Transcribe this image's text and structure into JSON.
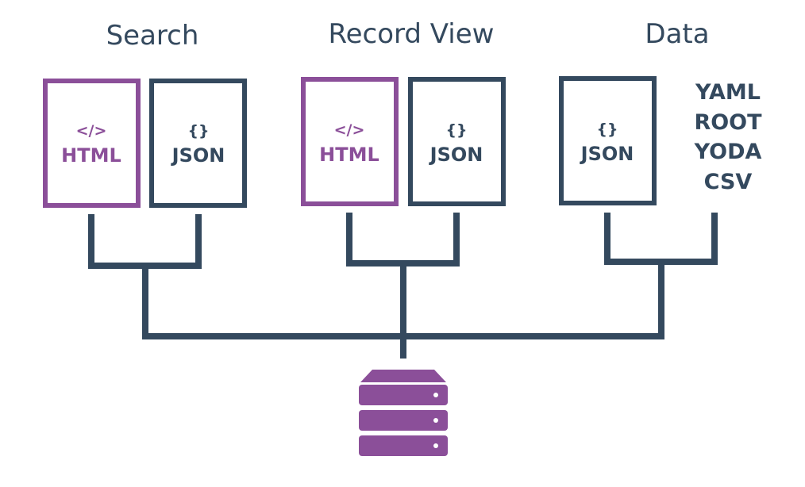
{
  "colors": {
    "dark": "#34495e",
    "purple": "#8b4f99",
    "background": "#ffffff"
  },
  "sections": [
    {
      "heading": "Search",
      "documents": [
        {
          "icon": "</>",
          "label": "HTML",
          "color": "purple"
        },
        {
          "icon": "{}",
          "label": "JSON",
          "color": "dark"
        }
      ]
    },
    {
      "heading": "Record View",
      "documents": [
        {
          "icon": "</>",
          "label": "HTML",
          "color": "purple"
        },
        {
          "icon": "{}",
          "label": "JSON",
          "color": "dark"
        }
      ]
    },
    {
      "heading": "Data",
      "documents": [
        {
          "icon": "{}",
          "label": "JSON",
          "color": "dark"
        }
      ],
      "formats": [
        "YAML",
        "ROOT",
        "YODA",
        "CSV"
      ]
    }
  ],
  "server": {
    "icon": "server-stack-icon",
    "color": "purple"
  }
}
